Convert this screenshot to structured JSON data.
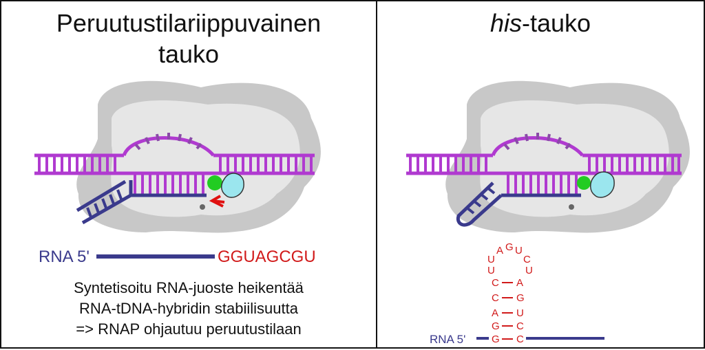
{
  "left": {
    "title_line1": "Peruutustilariippuvainen",
    "title_line2": "tauko",
    "rna_label": "RNA 5'",
    "rna_sequence": "GGUAGCGU",
    "note_line1": "Syntetisoitu RNA-juoste heikentää",
    "note_line2": "RNA-tDNA-hybridin stabiilisuutta",
    "note_line3": "=> RNAP ohjautuu peruutustilaan"
  },
  "right": {
    "title_italic": "his",
    "title_rest": "-tauko",
    "rna_label": "RNA 5'",
    "loop_letters": [
      "U",
      "A",
      "G",
      "U",
      "C",
      "U"
    ],
    "stem_pairs": [
      {
        "l": "C",
        "r": "A"
      },
      {
        "l": "C",
        "r": "G"
      },
      {
        "l": "A",
        "r": "U"
      },
      {
        "l": "G",
        "r": "C"
      },
      {
        "l": "G",
        "r": "C"
      }
    ],
    "extra_left": "U"
  },
  "colors": {
    "dna": "#a64ec4",
    "dna_template": "#b03ad0",
    "rna": "#3a3a8c",
    "seq_red": "#d11a1a",
    "polymerase": "#c8c8c8",
    "polymerase_inner": "#e6e6e6",
    "mg": "#22cc22",
    "cyan": "#9be6ee"
  }
}
